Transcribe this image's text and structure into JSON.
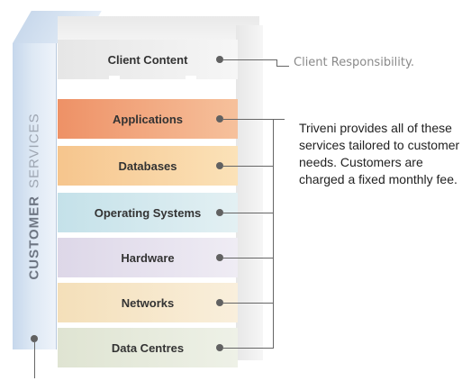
{
  "pillar": {
    "customer": "CUSTOMER",
    "services": "SERVICES"
  },
  "layers": [
    {
      "label": "Client Content"
    },
    {
      "label": "Applications"
    },
    {
      "label": "Databases"
    },
    {
      "label": "Operating Systems"
    },
    {
      "label": "Hardware"
    },
    {
      "label": "Networks"
    },
    {
      "label": "Data Centres"
    }
  ],
  "annotations": {
    "client_responsibility": "Client Responsibility.",
    "provider_note": "Triveni provides all of these services tailored to customer needs. Customers are charged a fixed monthly fee."
  },
  "colors": {
    "client_content": "#efefef",
    "applications": "#ee9a6e",
    "databases": "#f8d49d",
    "operating_systems": "#cfe6ec",
    "hardware": "#e3dfec",
    "networks": "#f6e7c8",
    "data_centres": "#e4e8d9"
  }
}
